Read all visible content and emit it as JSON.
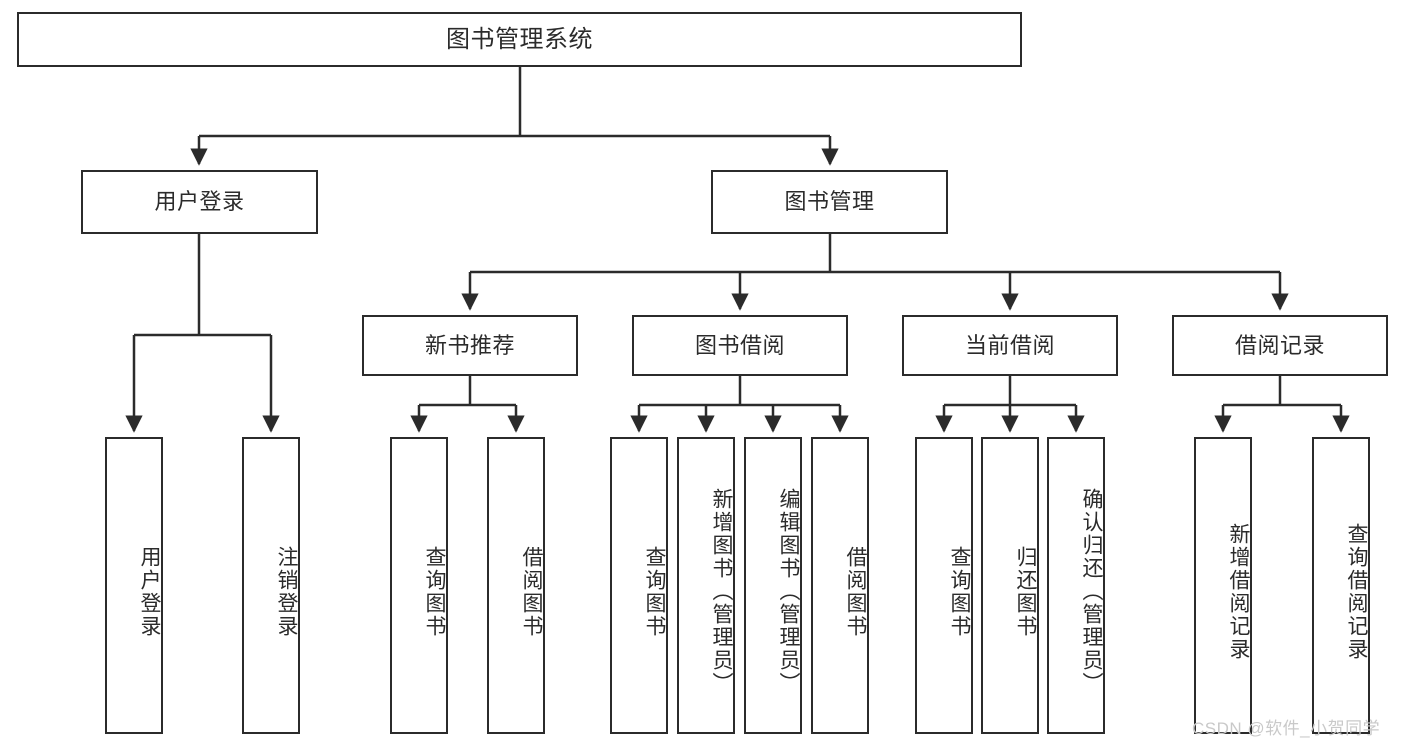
{
  "diagram": {
    "title": "图书管理系统",
    "watermark": "CSDN @软件_小贺同学",
    "line_color": "#2b2b2b",
    "background_color": "#ffffff",
    "text_color": "#2b2b2b",
    "watermark_color": "#c9c9c9",
    "root": {
      "label": "图书管理系统"
    },
    "level2": [
      {
        "label": "用户登录"
      },
      {
        "label": "图书管理"
      }
    ],
    "level3": [
      {
        "label": "新书推荐"
      },
      {
        "label": "图书借阅"
      },
      {
        "label": "当前借阅"
      },
      {
        "label": "借阅记录"
      }
    ],
    "leaves": {
      "user_login": [
        {
          "label": "用户登录"
        },
        {
          "label": "注销登录"
        }
      ],
      "new_book_recommend": [
        {
          "label": "查询图书"
        },
        {
          "label": "借阅图书"
        }
      ],
      "book_borrow": [
        {
          "label": "查询图书"
        },
        {
          "label": "新增图书（管理员）"
        },
        {
          "label": "编辑图书（管理员）"
        },
        {
          "label": "借阅图书"
        }
      ],
      "current_borrow": [
        {
          "label": "查询图书"
        },
        {
          "label": "归还图书"
        },
        {
          "label": "确认归还（管理员）"
        }
      ],
      "borrow_record": [
        {
          "label": "新增借阅记录"
        },
        {
          "label": "查询借阅记录"
        }
      ]
    }
  }
}
